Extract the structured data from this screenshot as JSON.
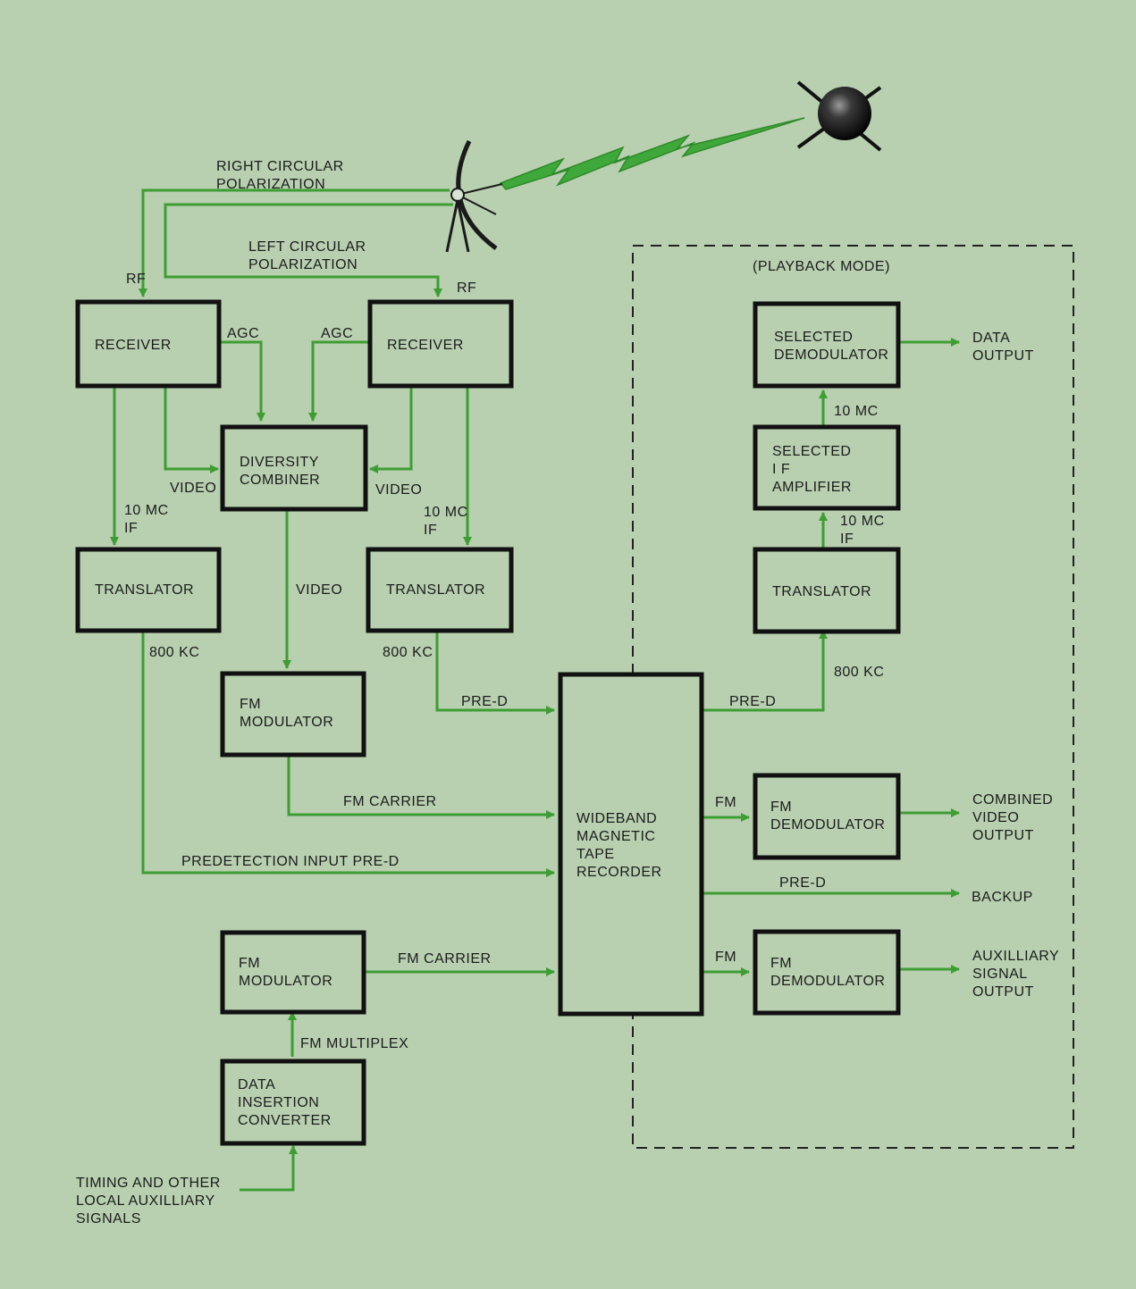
{
  "colors": {
    "background": "#b8cfb0",
    "signal_line": "#3e9d33",
    "box_outline": "#111111"
  },
  "icons": {
    "satellite": "satellite-icon",
    "antenna": "dish-antenna-icon",
    "radio_link": "lightning-bolt-icon"
  },
  "antenna": {
    "rcp": [
      "RIGHT CIRCULAR",
      "POLARIZATION"
    ],
    "lcp": [
      "LEFT CIRCULAR",
      "POLARIZATION"
    ],
    "rf_left": "RF",
    "rf_right": "RF"
  },
  "boxes": {
    "receiver_left": [
      "RECEIVER"
    ],
    "receiver_right": [
      "RECEIVER"
    ],
    "diversity_combiner": [
      "DIVERSITY",
      "COMBINER"
    ],
    "translator_left": [
      "TRANSLATOR"
    ],
    "translator_mid": [
      "TRANSLATOR"
    ],
    "fm_modulator_top": [
      "FM",
      "MODULATOR"
    ],
    "fm_modulator_bottom": [
      "FM",
      "MODULATOR"
    ],
    "data_insertion_converter": [
      "DATA",
      "INSERTION",
      "CONVERTER"
    ],
    "tape_recorder": [
      "WIDEBAND",
      "MAGNETIC",
      "TAPE",
      "RECORDER"
    ],
    "selected_demodulator": [
      "SELECTED",
      "DEMODULATOR"
    ],
    "selected_if_amplifier": [
      "SELECTED",
      "I F",
      "AMPLIFIER"
    ],
    "translator_playback": [
      "TRANSLATOR"
    ],
    "fm_demodulator_1": [
      "FM",
      "DEMODULATOR"
    ],
    "fm_demodulator_2": [
      "FM",
      "DEMODULATOR"
    ]
  },
  "labels": {
    "agc_left": "AGC",
    "agc_right": "AGC",
    "video_left": "VIDEO",
    "video_right": "VIDEO",
    "video_mid": "VIDEO",
    "if_left": [
      "10 MC",
      "IF"
    ],
    "if_right": [
      "10 MC",
      "IF"
    ],
    "kc_left": "800 KC",
    "kc_mid": "800 KC",
    "pred_mid": "PRE-D",
    "fm_carrier_top": "FM CARRIER",
    "predetection_input": "PREDETECTION INPUT PRE-D",
    "fm_carrier_bottom": "FM CARRIER",
    "fm_multiplex": "FM MULTIPLEX",
    "timing": [
      "TIMING AND OTHER",
      "LOCAL AUXILLIARY",
      "SIGNALS"
    ],
    "playback_mode": "(PLAYBACK MODE)",
    "pb_10mc_top": "10 MC",
    "pb_10mc_if": [
      "10 MC",
      "IF"
    ],
    "pb_800kc": "800 KC",
    "pb_pred": "PRE-D",
    "pb_fm_1": "FM",
    "pb_fm_2": "FM",
    "pb_pred_backup": "PRE-D"
  },
  "outputs": {
    "data": [
      "DATA",
      "OUTPUT"
    ],
    "combined_video": [
      "COMBINED",
      "VIDEO",
      "OUTPUT"
    ],
    "backup": [
      "BACKUP"
    ],
    "auxiliary": [
      "AUXILLIARY",
      "SIGNAL",
      "OUTPUT"
    ]
  }
}
